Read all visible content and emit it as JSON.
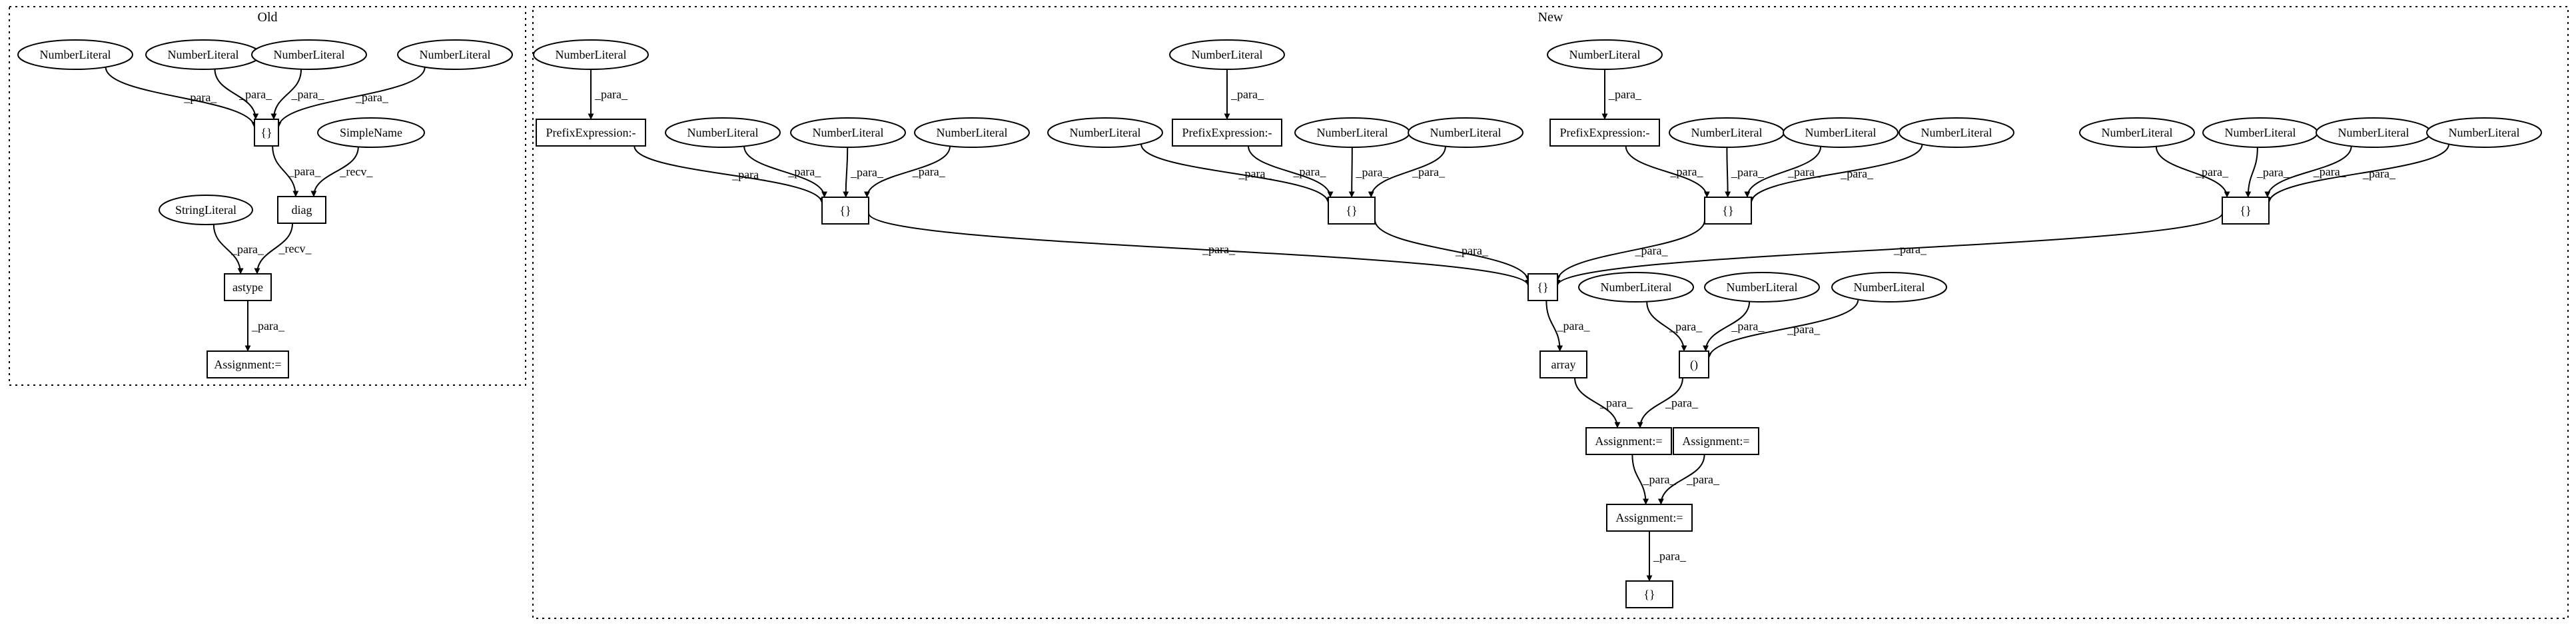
{
  "clusters": [
    {
      "id": "old",
      "title": "Old"
    },
    {
      "id": "new",
      "title": "New"
    }
  ],
  "nodes": [
    {
      "id": "o_nl1",
      "label": "NumberLiteral",
      "shape": "ellipse"
    },
    {
      "id": "o_nl2",
      "label": "NumberLiteral",
      "shape": "ellipse"
    },
    {
      "id": "o_nl3",
      "label": "NumberLiteral",
      "shape": "ellipse"
    },
    {
      "id": "o_nl4",
      "label": "NumberLiteral",
      "shape": "ellipse"
    },
    {
      "id": "o_braces",
      "label": "{}",
      "shape": "box"
    },
    {
      "id": "o_simplename",
      "label": "SimpleName",
      "shape": "ellipse"
    },
    {
      "id": "o_diag",
      "label": "diag",
      "shape": "box"
    },
    {
      "id": "o_stringlit",
      "label": "StringLiteral",
      "shape": "ellipse"
    },
    {
      "id": "o_astype",
      "label": "astype",
      "shape": "box"
    },
    {
      "id": "o_assign",
      "label": "Assignment:=",
      "shape": "box"
    },
    {
      "id": "n_nl_a",
      "label": "NumberLiteral",
      "shape": "ellipse"
    },
    {
      "id": "n_prefix_a",
      "label": "PrefixExpression:-",
      "shape": "box"
    },
    {
      "id": "n_nl_a2",
      "label": "NumberLiteral",
      "shape": "ellipse"
    },
    {
      "id": "n_nl_a3",
      "label": "NumberLiteral",
      "shape": "ellipse"
    },
    {
      "id": "n_nl_a4",
      "label": "NumberLiteral",
      "shape": "ellipse"
    },
    {
      "id": "n_braces_a",
      "label": "{}",
      "shape": "box"
    },
    {
      "id": "n_nl_b0",
      "label": "NumberLiteral",
      "shape": "ellipse"
    },
    {
      "id": "n_nl_b",
      "label": "NumberLiteral",
      "shape": "ellipse"
    },
    {
      "id": "n_prefix_b",
      "label": "PrefixExpression:-",
      "shape": "box"
    },
    {
      "id": "n_nl_b2",
      "label": "NumberLiteral",
      "shape": "ellipse"
    },
    {
      "id": "n_nl_b3",
      "label": "NumberLiteral",
      "shape": "ellipse"
    },
    {
      "id": "n_braces_b",
      "label": "{}",
      "shape": "box"
    },
    {
      "id": "n_nl_c",
      "label": "NumberLiteral",
      "shape": "ellipse"
    },
    {
      "id": "n_prefix_c",
      "label": "PrefixExpression:-",
      "shape": "box"
    },
    {
      "id": "n_nl_c2",
      "label": "NumberLiteral",
      "shape": "ellipse"
    },
    {
      "id": "n_nl_c3",
      "label": "NumberLiteral",
      "shape": "ellipse"
    },
    {
      "id": "n_nl_c4",
      "label": "NumberLiteral",
      "shape": "ellipse"
    },
    {
      "id": "n_braces_c",
      "label": "{}",
      "shape": "box"
    },
    {
      "id": "n_nl_d1",
      "label": "NumberLiteral",
      "shape": "ellipse"
    },
    {
      "id": "n_nl_d2",
      "label": "NumberLiteral",
      "shape": "ellipse"
    },
    {
      "id": "n_nl_d3",
      "label": "NumberLiteral",
      "shape": "ellipse"
    },
    {
      "id": "n_nl_d4",
      "label": "NumberLiteral",
      "shape": "ellipse"
    },
    {
      "id": "n_braces_d",
      "label": "{}",
      "shape": "box"
    },
    {
      "id": "n_braces_main",
      "label": "{}",
      "shape": "box"
    },
    {
      "id": "n_array",
      "label": "array",
      "shape": "box"
    },
    {
      "id": "n_nl_e1",
      "label": "NumberLiteral",
      "shape": "ellipse"
    },
    {
      "id": "n_nl_e2",
      "label": "NumberLiteral",
      "shape": "ellipse"
    },
    {
      "id": "n_nl_e3",
      "label": "NumberLiteral",
      "shape": "ellipse"
    },
    {
      "id": "n_parens",
      "label": "()",
      "shape": "box"
    },
    {
      "id": "n_assign1",
      "label": "Assignment:=",
      "shape": "box"
    },
    {
      "id": "n_assign2",
      "label": "Assignment:=",
      "shape": "box"
    },
    {
      "id": "n_assign3",
      "label": "Assignment:=",
      "shape": "box"
    },
    {
      "id": "n_braces_final",
      "label": "{}",
      "shape": "box"
    }
  ],
  "edges": [
    {
      "from": "o_nl1",
      "to": "o_braces",
      "label": "_para_"
    },
    {
      "from": "o_nl2",
      "to": "o_braces",
      "label": "_para_"
    },
    {
      "from": "o_nl3",
      "to": "o_braces",
      "label": "_para_"
    },
    {
      "from": "o_nl4",
      "to": "o_braces",
      "label": "_para_"
    },
    {
      "from": "o_braces",
      "to": "o_diag",
      "label": "_para_"
    },
    {
      "from": "o_simplename",
      "to": "o_diag",
      "label": "_recv_"
    },
    {
      "from": "o_stringlit",
      "to": "o_astype",
      "label": "_para_"
    },
    {
      "from": "o_diag",
      "to": "o_astype",
      "label": "_recv_"
    },
    {
      "from": "o_astype",
      "to": "o_assign",
      "label": "_para_"
    },
    {
      "from": "n_nl_a",
      "to": "n_prefix_a",
      "label": "_para_"
    },
    {
      "from": "n_prefix_a",
      "to": "n_braces_a",
      "label": "_para_"
    },
    {
      "from": "n_nl_a2",
      "to": "n_braces_a",
      "label": "_para_"
    },
    {
      "from": "n_nl_a3",
      "to": "n_braces_a",
      "label": "_para_"
    },
    {
      "from": "n_nl_a4",
      "to": "n_braces_a",
      "label": "_para_"
    },
    {
      "from": "n_nl_b0",
      "to": "n_braces_b",
      "label": "_para_"
    },
    {
      "from": "n_nl_b",
      "to": "n_prefix_b",
      "label": "_para_"
    },
    {
      "from": "n_prefix_b",
      "to": "n_braces_b",
      "label": "_para_"
    },
    {
      "from": "n_nl_b2",
      "to": "n_braces_b",
      "label": "_para_"
    },
    {
      "from": "n_nl_b3",
      "to": "n_braces_b",
      "label": "_para_"
    },
    {
      "from": "n_nl_c",
      "to": "n_prefix_c",
      "label": "_para_"
    },
    {
      "from": "n_prefix_c",
      "to": "n_braces_c",
      "label": "_para_"
    },
    {
      "from": "n_nl_c2",
      "to": "n_braces_c",
      "label": "_para_"
    },
    {
      "from": "n_nl_c3",
      "to": "n_braces_c",
      "label": "_para_"
    },
    {
      "from": "n_nl_c4",
      "to": "n_braces_c",
      "label": "_para_"
    },
    {
      "from": "n_nl_d1",
      "to": "n_braces_d",
      "label": "_para_"
    },
    {
      "from": "n_nl_d2",
      "to": "n_braces_d",
      "label": "_para_"
    },
    {
      "from": "n_nl_d3",
      "to": "n_braces_d",
      "label": "_para_"
    },
    {
      "from": "n_nl_d4",
      "to": "n_braces_d",
      "label": "_para_"
    },
    {
      "from": "n_braces_a",
      "to": "n_braces_main",
      "label": "_para_"
    },
    {
      "from": "n_braces_b",
      "to": "n_braces_main",
      "label": "_para_"
    },
    {
      "from": "n_braces_c",
      "to": "n_braces_main",
      "label": "_para_"
    },
    {
      "from": "n_braces_d",
      "to": "n_braces_main",
      "label": "_para_"
    },
    {
      "from": "n_braces_main",
      "to": "n_array",
      "label": "_para_"
    },
    {
      "from": "n_nl_e1",
      "to": "n_parens",
      "label": "_para_"
    },
    {
      "from": "n_nl_e2",
      "to": "n_parens",
      "label": "_para_"
    },
    {
      "from": "n_nl_e3",
      "to": "n_parens",
      "label": "_para_"
    },
    {
      "from": "n_array",
      "to": "n_assign1",
      "label": "_para_"
    },
    {
      "from": "n_parens",
      "to": "n_assign1",
      "label": "_para_"
    },
    {
      "from": "n_assign1",
      "to": "n_assign3",
      "label": "_para_"
    },
    {
      "from": "n_assign2",
      "to": "n_assign3",
      "label": "_para_"
    },
    {
      "from": "n_assign3",
      "to": "n_braces_final",
      "label": "_para_"
    }
  ]
}
